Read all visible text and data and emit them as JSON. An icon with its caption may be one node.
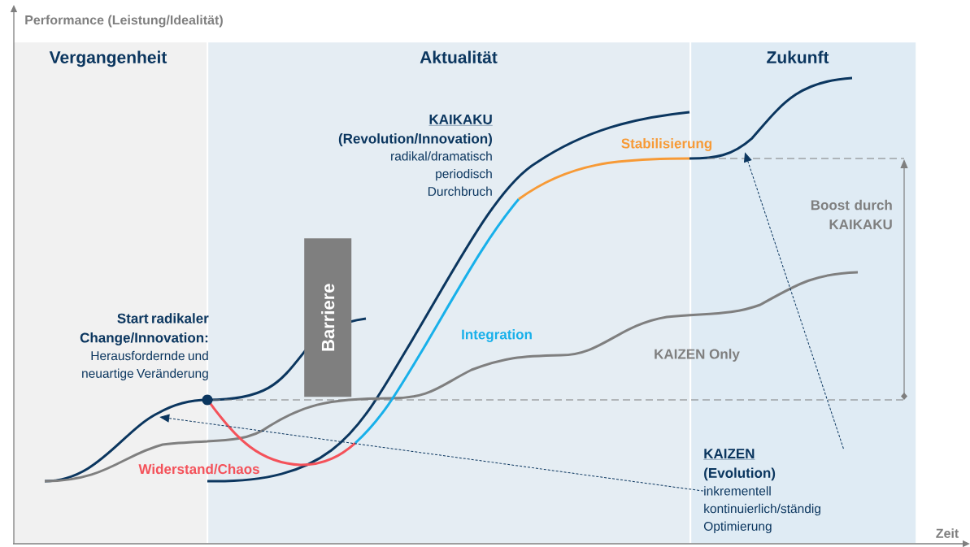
{
  "diagram": {
    "nodes": [
      {
        "text": [
          "Vergangenheit"
        ]
      },
      {
        "text": [
          "Aktualität"
        ]
      },
      {
        "text": [
          "Zukunft"
        ]
      },
      {
        "text": [
          "Barriere"
        ],
        "in": 1
      },
      {
        "text": [
          "Start radikaler Change/Innovation:",
          "Herausfordernde und neuartige Veränderung"
        ]
      },
      {
        "text": [
          "KAIZEN",
          "(Evolution)",
          "inkrementell kontinuierlich/ständig Optimierung"
        ],
        "in": 2
      },
      {
        "text": [],
        "shape": "curve"
      },
      {
        "text": [],
        "shape": "curve",
        "in": 2
      }
    ],
    "edges": [
      {
        "from": 5,
        "to": 6,
        "arrow": "to",
        "style": "dashed"
      },
      {
        "from": 5,
        "to": 7,
        "arrow": "to",
        "style": "dashed"
      }
    ],
    "labels": [
      "Performance (Leistung/Idealität)",
      "KAIKAKU",
      "(Revolution/Innovation)",
      "radikal/dramatisch periodisch Durchbruch",
      "Stabilisierung",
      "Boost durch KAIKAKU",
      "Integration",
      "KAIZEN Only",
      "Widerstand/Chaos",
      "Zeit"
    ]
  }
}
